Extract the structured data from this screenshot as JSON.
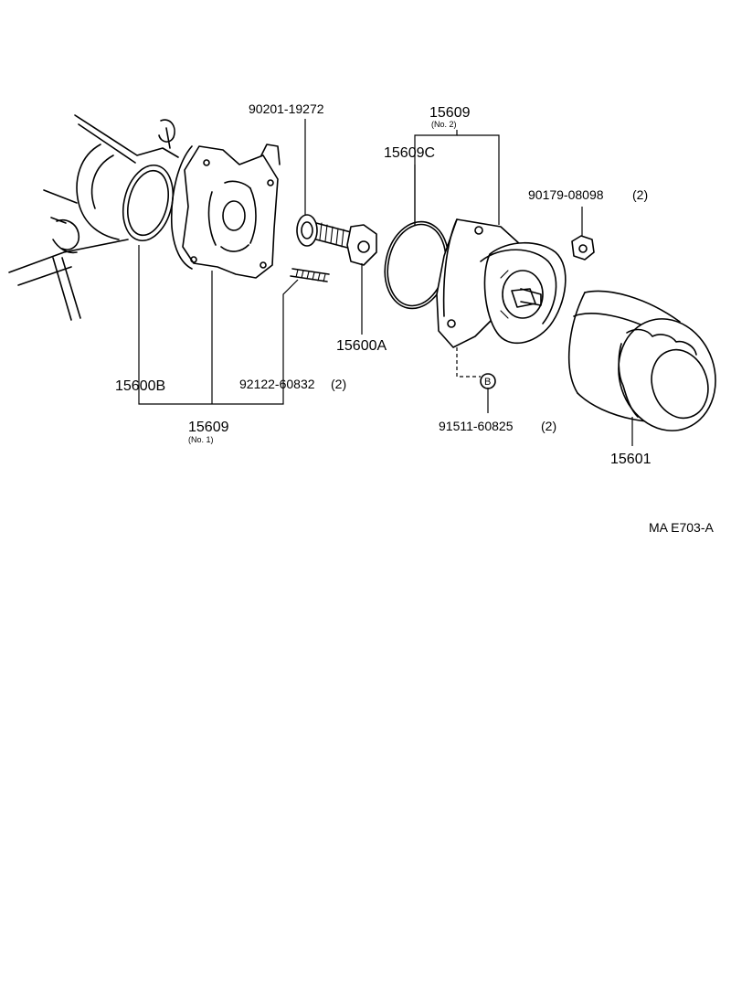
{
  "diagram": {
    "labels": {
      "part_90201": "90201-19272",
      "part_15609_no2": "15609",
      "part_15609_no2_sub": "(No. 2)",
      "part_15609C": "15609C",
      "part_90179": "90179-08098",
      "part_90179_qty": "(2)",
      "part_15600B": "15600B",
      "part_92122": "92122-60832",
      "part_92122_qty": "(2)",
      "part_15600A": "15600A",
      "part_15609_no1": "15609",
      "part_15609_no1_sub": "(No. 1)",
      "ref_B": "B",
      "part_91511": "91511-60825",
      "part_91511_qty": "(2)",
      "part_15601": "15601",
      "figure_code": "MA  E703-A"
    }
  }
}
